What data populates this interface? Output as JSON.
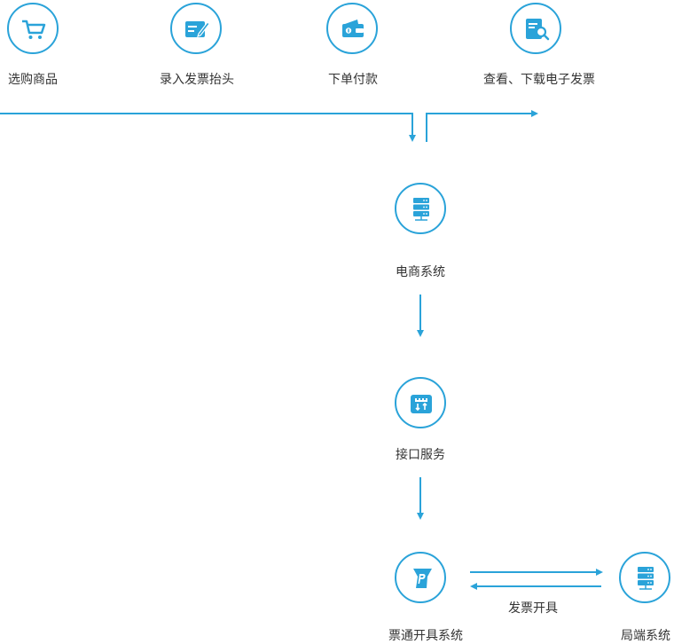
{
  "colors": {
    "accent": "#2aa3d9",
    "text": "#333333"
  },
  "steps": [
    {
      "label": "选购商品",
      "icon": "cart-icon"
    },
    {
      "label": "录入发票抬头",
      "icon": "edit-card-icon"
    },
    {
      "label": "下单付款",
      "icon": "wallet-icon"
    },
    {
      "label": "查看、下载电子发票",
      "icon": "document-search-icon"
    }
  ],
  "systems": {
    "ecommerce": {
      "label": "电商系统",
      "icon": "server-icon"
    },
    "interface": {
      "label": "接口服务",
      "icon": "interface-icon"
    },
    "invoicing": {
      "label": "票通开具系统",
      "icon": "invoice-logo-icon"
    },
    "local": {
      "label": "局端系统",
      "icon": "server-icon"
    }
  },
  "edges": {
    "issue_label": "发票开具"
  }
}
